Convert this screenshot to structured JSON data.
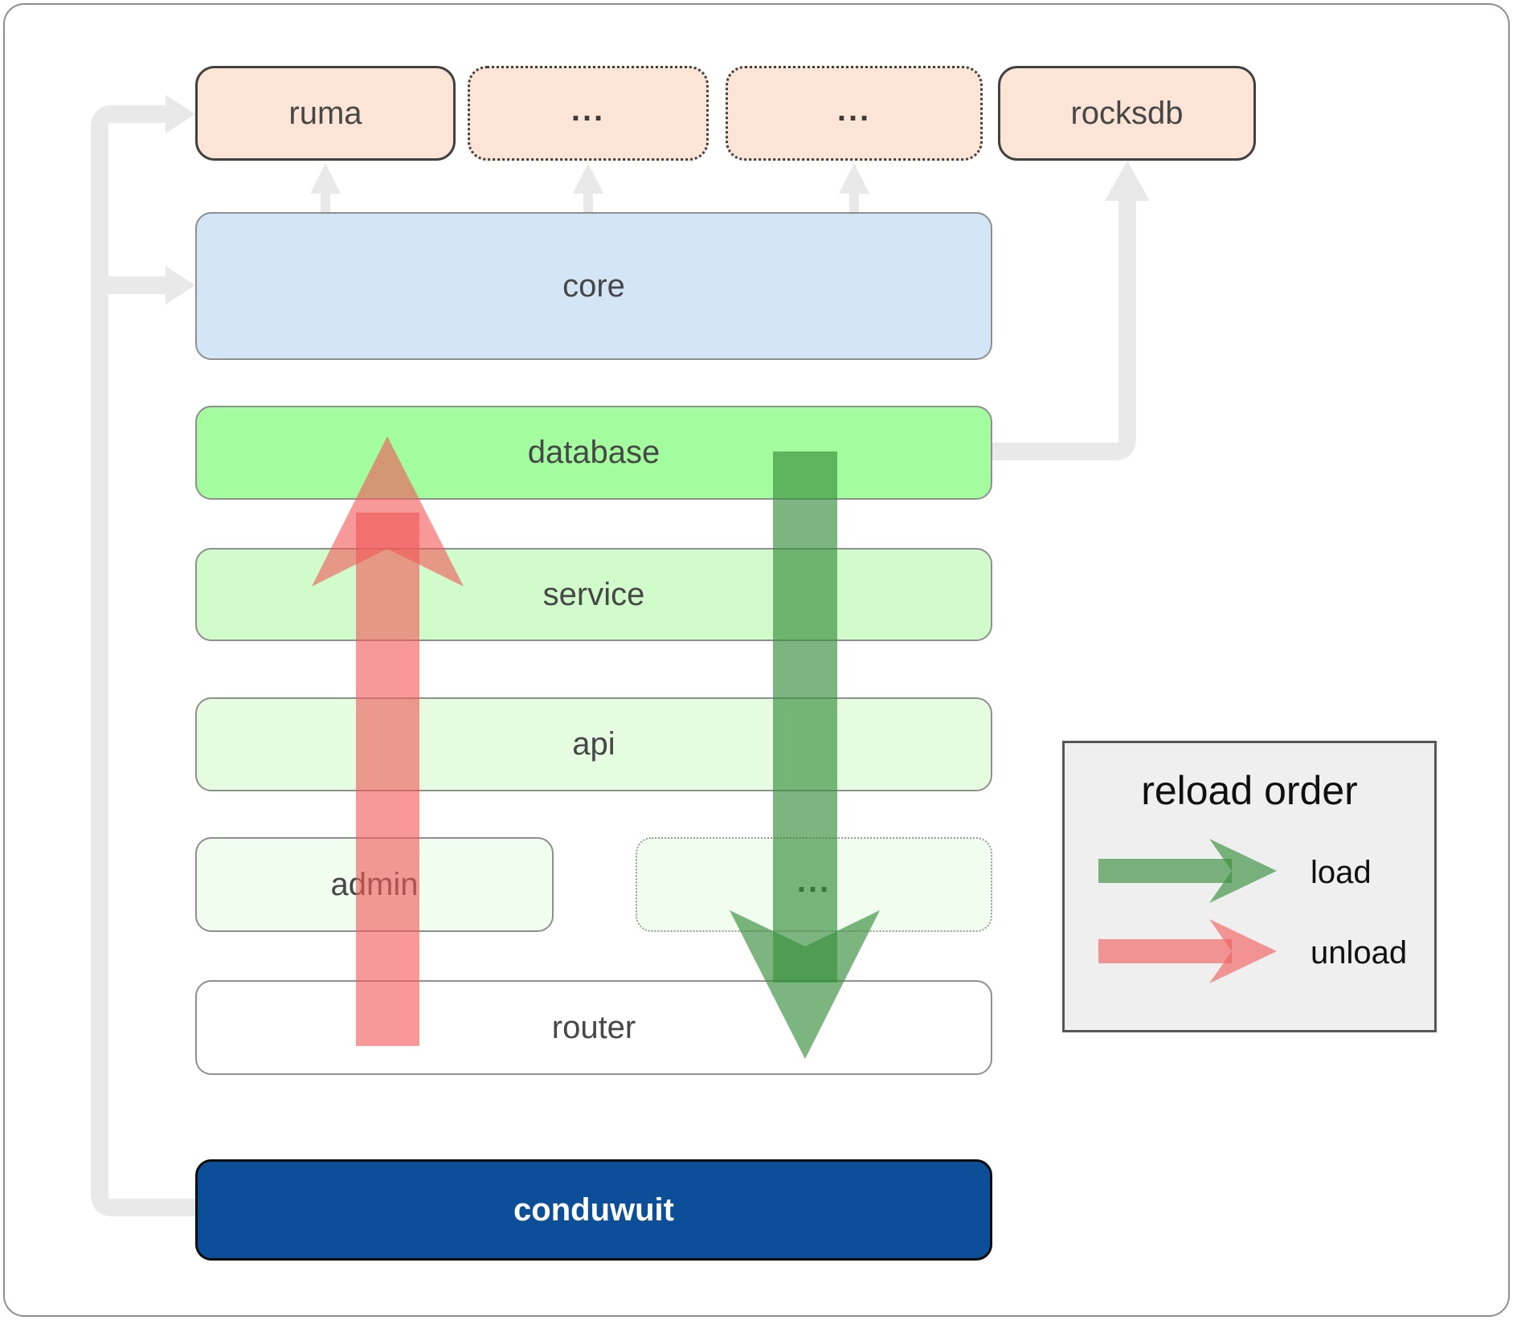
{
  "diagram": {
    "top_row": {
      "ruma": "ruma",
      "dots_left": "...",
      "dots_right": "...",
      "rocksdb": "rocksdb"
    },
    "stack": {
      "core": "core",
      "database": "database",
      "service": "service",
      "api": "api",
      "admin": "admin",
      "admin_dots": "...",
      "router": "router",
      "conduwuit": "conduwuit"
    },
    "legend": {
      "title": "reload order",
      "load": "load",
      "unload": "unload"
    }
  },
  "colors": {
    "peach_fill": "#fce5d6",
    "core_fill": "#d4e5f8",
    "database_fill": "#a3fc9d",
    "service_fill": "#d2fbcc",
    "api_fill": "#e6fce1",
    "admin_fill": "#f1fdee",
    "router_fill": "#ffffff",
    "conduwuit_fill": "#0d4e99",
    "load_arrow": "#388e3c",
    "unload_arrow": "#f05a58",
    "connector_gray": "#e9e9e9",
    "legend_bg": "#efefef",
    "label_text": "#474747"
  }
}
